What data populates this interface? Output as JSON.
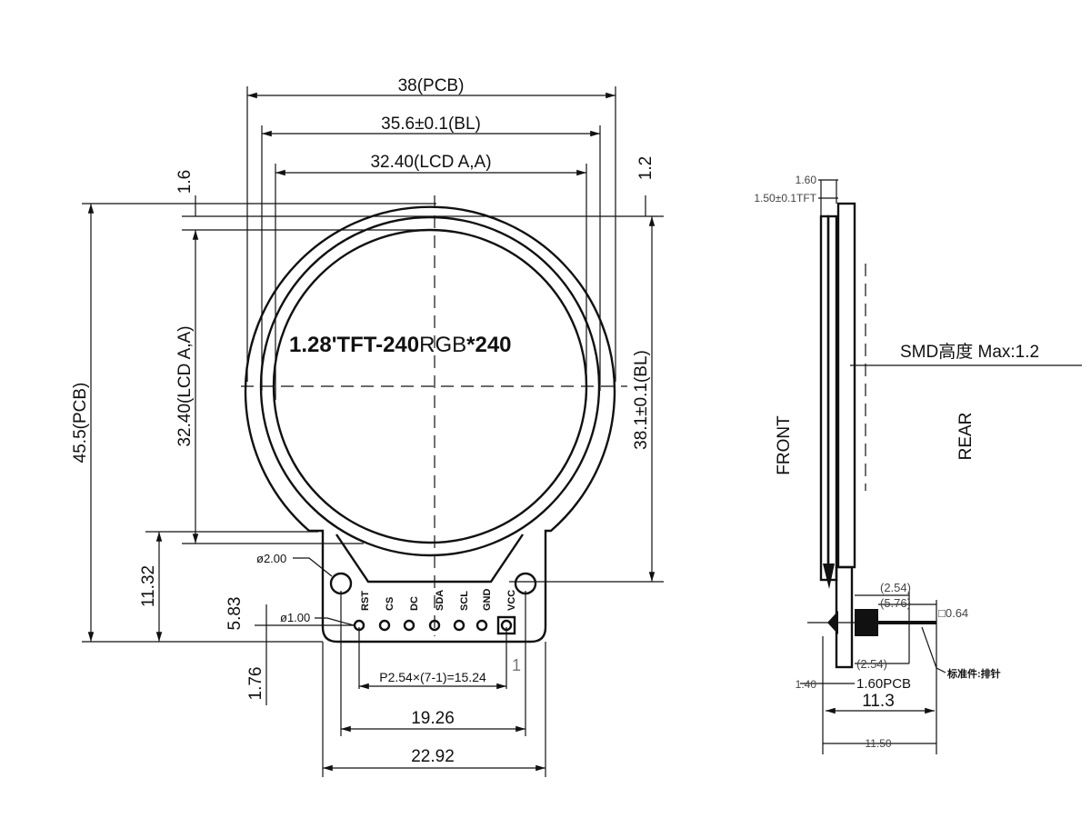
{
  "front_view": {
    "title_main": "1.28'TFT-240",
    "title_mid": "RGB",
    "title_end": "*240",
    "dims": {
      "pcb_width": "38(PCB)",
      "bl_width": "35.6±0.1(BL)",
      "lcd_width": "32.40(LCD A,A)",
      "pcb_height": "45.5(PCB)",
      "lcd_height": "32.40(LCD A,A)",
      "bl_height": "38.1±0.1(BL)",
      "top_gap_left": "1.6",
      "top_gap_right": "1.2",
      "tab_height": "11.32",
      "pin_offset": "5.83",
      "pin_bottom": "1.76",
      "mount_hole": "ø2.00",
      "pin_hole": "ø1.00",
      "pitch": "P2.54×(7-1)=15.24",
      "hole_spacing": "19.26",
      "tab_width": "22.92",
      "pin1_marker": "1"
    },
    "pins": [
      "RST",
      "CS",
      "DC",
      "SDA",
      "SCL",
      "GND",
      "VCC"
    ]
  },
  "side_view": {
    "front_label": "FRONT",
    "rear_label": "REAR",
    "smd_note": "SMD高度 Max:1.2",
    "dims": {
      "total_thickness": "1.60",
      "tft_thickness": "1.50±0.1TFT",
      "pin_pitch_top": "(2.54)",
      "pin_length": "(5.76)",
      "pin_square": "□0.64",
      "pin_pitch_bottom": "(2.54)",
      "pcb_thickness": "1.60PCB",
      "left_offset": "1.40",
      "depth": "11.3",
      "overall_depth": "11.50"
    },
    "part_note": "标准件:排针"
  }
}
